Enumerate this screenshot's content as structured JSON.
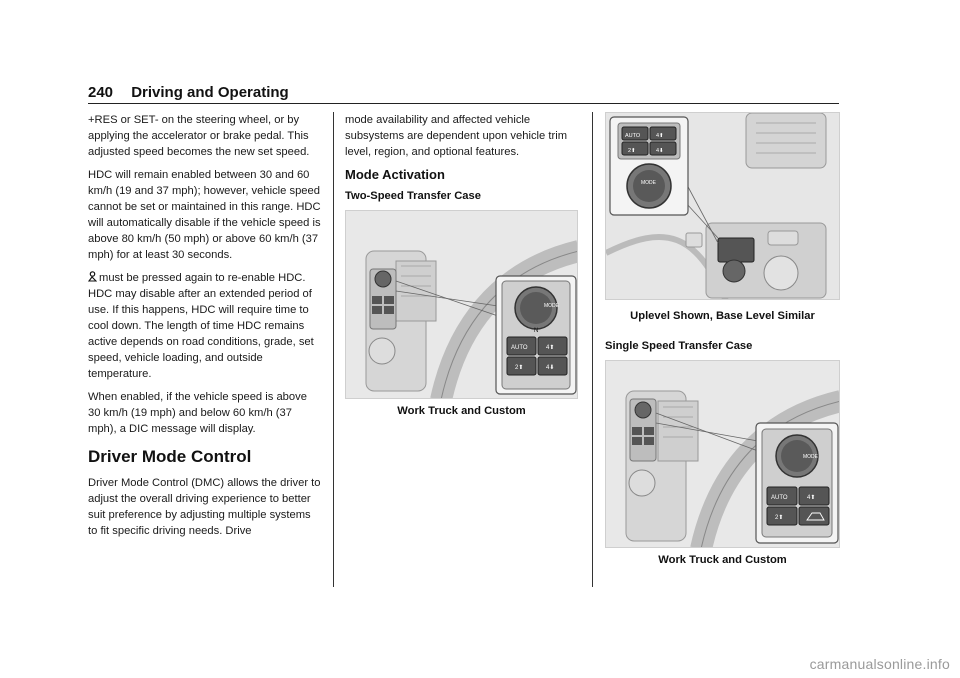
{
  "header": {
    "page_number": "240",
    "section": "Driving and Operating"
  },
  "col1": {
    "p1": "+RES or SET- on the steering wheel, or by applying the accelerator or brake pedal. This adjusted speed becomes the new set speed.",
    "p2": "HDC will remain enabled between 30 and 60 km/h (19 and 37 mph); however, vehicle speed cannot be set or maintained in this range. HDC will automatically disable if the vehicle speed is above 80 km/h (50 mph) or above 60 km/h (37 mph) for at least 30 seconds.",
    "p3": "must be pressed again to re-enable HDC. HDC may disable after an extended period of use. If this happens, HDC will require time to cool down. The length of time HDC remains active depends on road conditions, grade, set speed, vehicle loading, and outside temperature.",
    "p4": "When enabled, if the vehicle speed is above 30 km/h (19 mph) and below 60 km/h (37 mph), a DIC message will display.",
    "heading": "Driver Mode Control",
    "p5": "Driver Mode Control (DMC) allows the driver to adjust the overall driving experience to better suit preference by adjusting multiple systems to fit specific driving needs. Drive"
  },
  "col2": {
    "p1": "mode availability and affected vehicle subsystems are dependent upon vehicle trim level, region, and optional features.",
    "heading": "Mode Activation",
    "subheading": "Two-Speed Transfer Case",
    "caption": "Work Truck and Custom"
  },
  "col3": {
    "caption1": "Uplevel Shown, Base Level Similar",
    "subheading": "Single Speed Transfer Case",
    "caption2": "Work Truck and Custom"
  },
  "figure_labels": {
    "mode": "MODE",
    "auto": "AUTO",
    "four_hi": "4⬆",
    "two_hi": "2⬆",
    "four_lo": "4⬇",
    "neutral": "N"
  },
  "watermark": "carmanualsonline.info"
}
